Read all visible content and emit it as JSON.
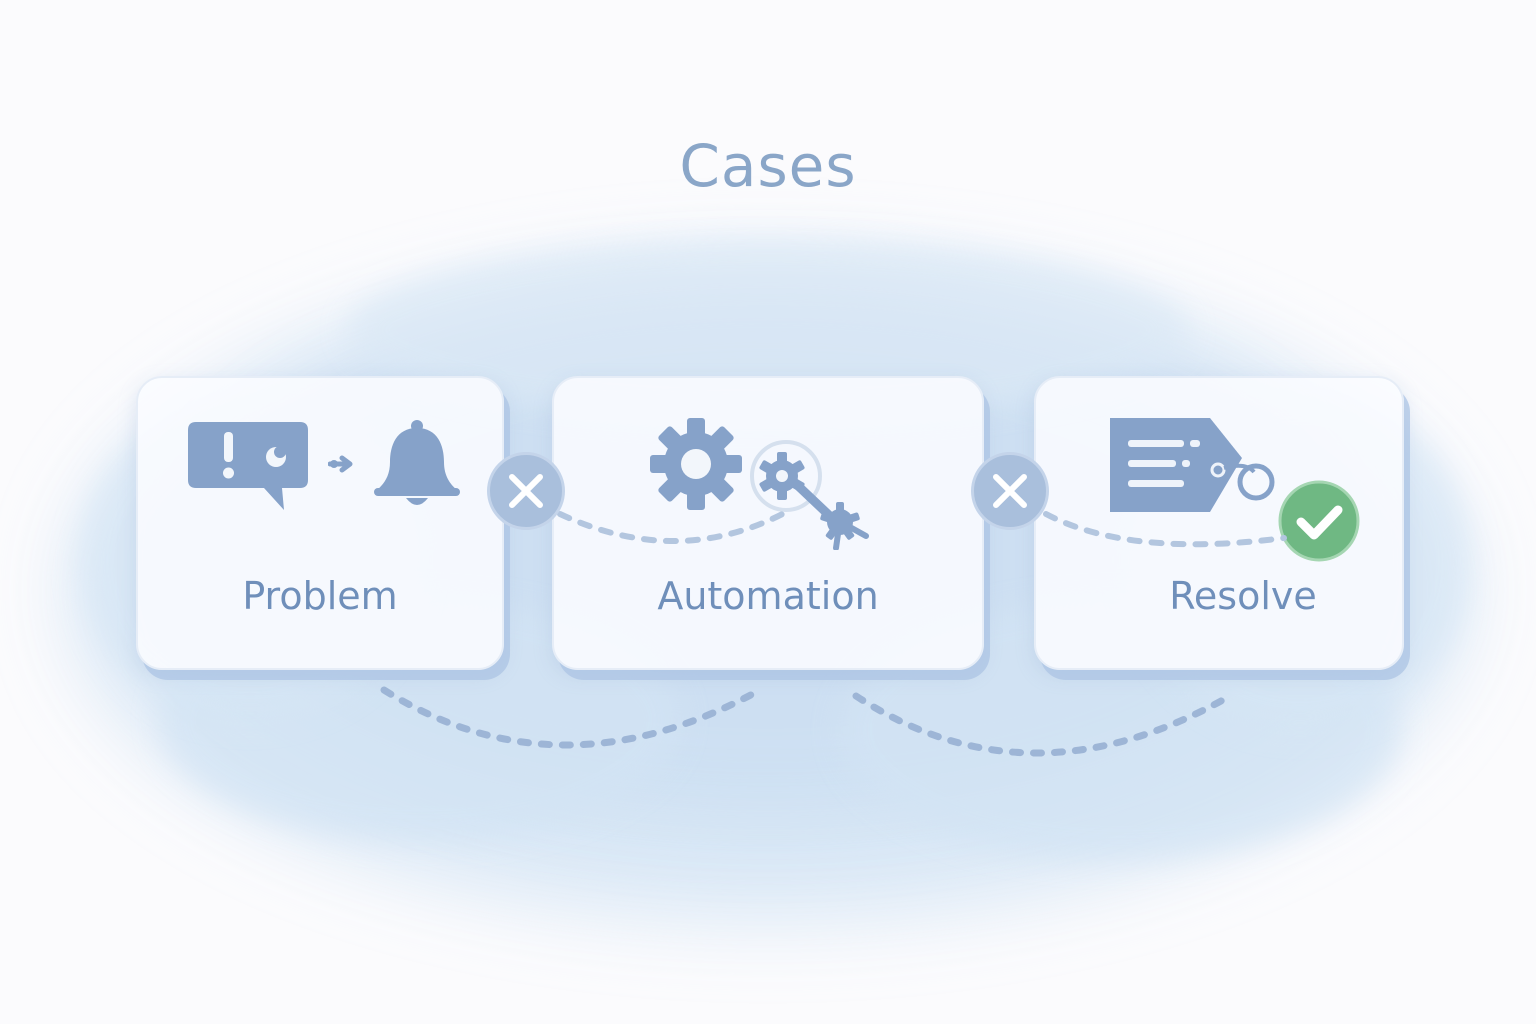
{
  "diagram": {
    "title": "Cases",
    "steps": [
      {
        "label": "Problem",
        "icons": [
          "alert-chat-icon",
          "arrow-icon",
          "bell-icon"
        ]
      },
      {
        "label": "Automation",
        "icons": [
          "gear-icon",
          "small-gear-icon",
          "wrench-icon"
        ]
      },
      {
        "label": "Resolve",
        "icons": [
          "tag-list-icon",
          "checkmark-icon"
        ]
      }
    ],
    "connectors": [
      "close-icon",
      "close-icon"
    ]
  },
  "colors": {
    "accent": "#7f9cc6",
    "title": "#8aa6c8",
    "success": "#6fb883",
    "wash": "#cfe0f2"
  }
}
